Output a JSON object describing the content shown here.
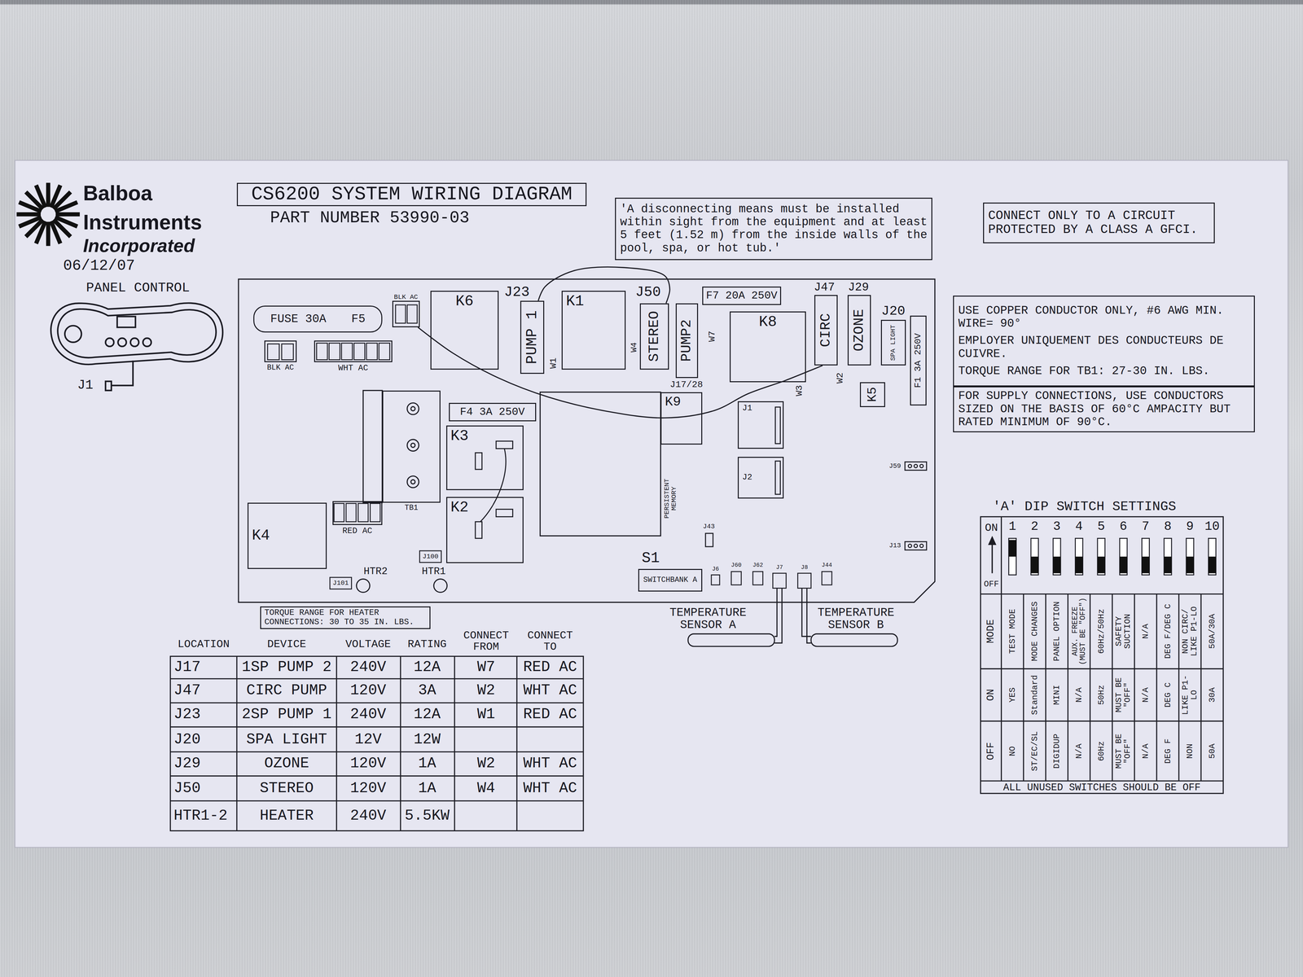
{
  "diagram": {
    "title": "CS6200 SYSTEM WIRING DIAGRAM",
    "nodes": [
      {
        "text": [
          "'A disconnecting means must be installed within sight from the equipment and at least 5 feet (1.52 m) from the inside walls of the pool, spa, or hot tub.'"
        ]
      },
      {
        "text": [
          "CONNECT ONLY TO A CIRCUIT PROTECTED BY A CLASS A GFCI."
        ]
      },
      {
        "text": [
          "USE COPPER CONDUCTOR ONLY, #6 AWG MIN. WIRE= 90°",
          "EMPLOYER UNIQUEMENT DES CONDUCTEURS DE CUIVRE.",
          "TORQUE RANGE FOR TB1: 27-30 IN. LBS."
        ]
      },
      {
        "text": [
          "FOR SUPPLY CONNECTIONS, USE CONDUCTORS SIZED ON THE BASIS OF 60°C AMPACITY BUT RATED MINIMUM OF 90°C."
        ]
      },
      {
        "text": [
          "FUSE 30A",
          "F5"
        ]
      },
      {
        "text": [
          "BLK AC"
        ]
      },
      {
        "text": [
          "BLK AC"
        ]
      },
      {
        "text": [
          "WHT AC"
        ]
      },
      {
        "text": [
          "K6"
        ]
      },
      {
        "text": [
          "PUMP 1"
        ]
      },
      {
        "text": [
          "K1"
        ]
      },
      {
        "text": [
          "STEREO"
        ]
      },
      {
        "text": [
          "PUMP2"
        ]
      },
      {
        "text": [
          "F7 20A 250V"
        ]
      },
      {
        "text": [
          "K8"
        ]
      },
      {
        "text": [
          "CIRC"
        ]
      },
      {
        "text": [
          "OZONE"
        ]
      },
      {
        "text": [
          "SPA LIGHT"
        ]
      },
      {
        "text": [
          "F1 3A 250V"
        ]
      },
      {
        "text": [
          "K5"
        ]
      },
      {
        "text": [
          "TB1"
        ]
      },
      {
        "text": [
          "F4 3A 250V"
        ]
      },
      {
        "text": [
          "K3"
        ]
      },
      {
        "text": [
          "K9"
        ]
      },
      {
        "text": [
          "J1"
        ]
      },
      {
        "text": [
          "J2"
        ]
      },
      {
        "text": [
          "K2"
        ]
      },
      {
        "text": [
          "K4"
        ]
      },
      {
        "text": [
          "RED AC"
        ]
      },
      {
        "text": [
          "SWITCHBANK A"
        ]
      },
      {
        "text": [
          "TORQUE RANGE FOR HEATER CONNECTIONS: 30 TO 35 IN. LBS."
        ]
      }
    ],
    "edges": [
      {
        "from": 9,
        "to": 11,
        "arrow": "none"
      },
      {
        "from": 5,
        "to": 15,
        "arrow": "none"
      }
    ],
    "labels": [
      "Balboa",
      "Instruments",
      "Incorporated",
      "06/12/07",
      "PANEL CONTROL",
      "J1",
      "PART NUMBER 53990-03",
      "J23",
      "J50",
      "W1",
      "W4",
      "J17/28",
      "W7",
      "J47",
      "J29",
      "J20",
      "W3",
      "W2",
      "J59",
      "J13",
      "PERSISTENT MEMORY",
      "J43",
      "HTR2",
      "HTR1",
      "J100",
      "J101",
      "S1",
      "J6",
      "J60",
      "J62",
      "J7",
      "J8",
      "J44",
      "TEMPERATURE SENSOR A",
      "TEMPERATURE SENSOR B",
      "LOCATION",
      "DEVICE",
      "VOLTAGE",
      "RATING",
      "CONNECT FROM",
      "CONNECT TO",
      "J17",
      "1SP PUMP 2",
      "240V",
      "12A",
      "W7",
      "RED AC",
      "J47",
      "CIRC PUMP",
      "120V",
      "3A",
      "W2",
      "WHT AC",
      "J23",
      "2SP PUMP 1",
      "240V",
      "12A",
      "W1",
      "RED AC",
      "J20",
      "SPA LIGHT",
      "12V",
      "12W",
      "J29",
      "OZONE",
      "120V",
      "1A",
      "W2",
      "WHT AC",
      "J50",
      "STEREO",
      "120V",
      "1A",
      "W4",
      "WHT AC",
      "HTR1-2",
      "HEATER",
      "240V",
      "5.5KW",
      "'A' DIP SWITCH SETTINGS",
      "ON",
      "1",
      "2",
      "3",
      "4",
      "5",
      "6",
      "7",
      "8",
      "9",
      "10",
      "OFF",
      "MODE",
      "TEST MODE",
      "MODE CHANGES",
      "PANEL OPTION",
      "AUX. FREEZE (MUST BE \"OFF\")",
      "60Hz/50Hz",
      "SAFETY SUCTION",
      "N/A",
      "DEG F/DEG C",
      "NON CIRC/ LIKE P1-LO",
      "50A/30A",
      "ON",
      "YES",
      "Standard",
      "MINI",
      "N/A",
      "50Hz",
      "MUST BE \"OFF\"",
      "N/A",
      "DEG C",
      "LIKE P1-LO",
      "30A",
      "OFF",
      "NO",
      "ST/EC/SL",
      "DIGIDUP",
      "N/A",
      "60Hz",
      "MUST BE \"OFF\"",
      "N/A",
      "DEG F",
      "NON",
      "50A",
      "ALL UNUSED SWITCHES SHOULD BE OFF"
    ]
  }
}
